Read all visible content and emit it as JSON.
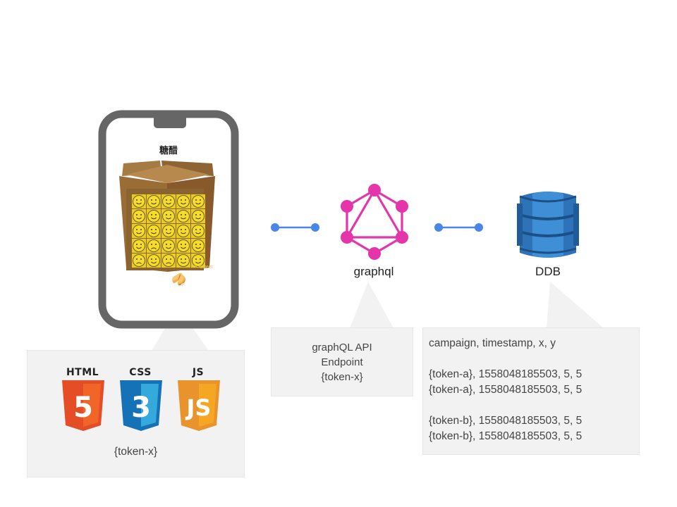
{
  "phone": {
    "title": "糖醋",
    "box_footer": ">>>sweet",
    "cookie": "🥠"
  },
  "frontend": {
    "token": "{token-x}",
    "logos": [
      "HTML",
      "CSS",
      "JS"
    ]
  },
  "graphql": {
    "label": "graphql",
    "callout_lines": [
      "graphQL API",
      "Endpoint",
      "{token-x}"
    ]
  },
  "ddb": {
    "label": "DDB",
    "callout_lines": [
      "campaign, timestamp, x, y",
      "",
      "{token-a}, 1558048185503, 5, 5",
      "{token-a}, 1558048185503, 5, 5",
      "",
      "{token-b}, 1558048185503, 5, 5",
      "{token-b}, 1558048185503, 5, 5"
    ]
  },
  "colors": {
    "connector": "#4a86e8",
    "graphql": "#e535ab",
    "ddb": "#2d72b8",
    "callout": "#f2f2f2"
  },
  "grid": [
    [
      "smile",
      "smile",
      "smile",
      "smile",
      "smile"
    ],
    [
      "smile",
      "smile",
      "smile",
      "smile",
      "smile"
    ],
    [
      "smile",
      "smile",
      "smile",
      "smile",
      "smile"
    ],
    [
      "smile",
      "sad",
      "smile",
      "smile",
      "smile"
    ],
    [
      "sad",
      "smile",
      "sad",
      "smile",
      "smile"
    ]
  ]
}
